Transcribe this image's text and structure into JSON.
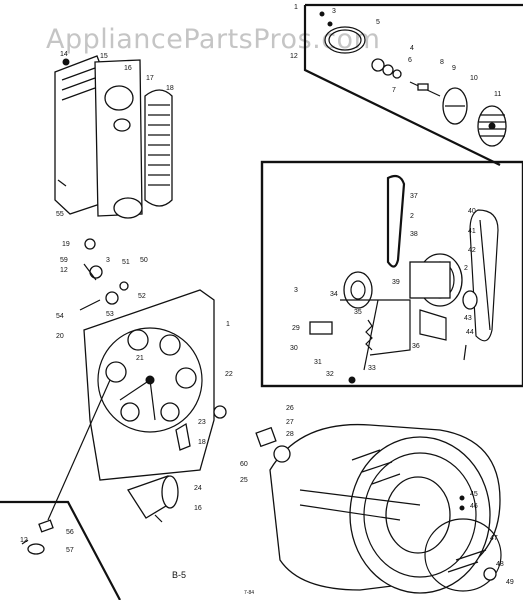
{
  "watermark": "AppliancePartsPros.com",
  "page_label": "B-5",
  "small_code": "7-84",
  "section_labels": {
    "belt_motor": [
      "37",
      "2",
      "38",
      "41",
      "42",
      "40",
      "34",
      "35",
      "39",
      "3",
      "29",
      "30",
      "31",
      "32",
      "33",
      "36",
      "43",
      "44",
      "2"
    ],
    "top_left": [
      "15",
      "16",
      "17",
      "18",
      "55",
      "14"
    ],
    "top_right": [
      "1",
      "3",
      "5",
      "4",
      "6",
      "7",
      "8",
      "9",
      "10",
      "11",
      "12"
    ],
    "bulkhead": [
      "19",
      "59",
      "12",
      "3",
      "50",
      "51",
      "52",
      "53",
      "54",
      "20",
      "22",
      "23",
      "18",
      "21",
      "24",
      "16",
      "1"
    ],
    "drum": [
      "26",
      "27",
      "28",
      "60",
      "25",
      "45",
      "46",
      "47",
      "48",
      "49"
    ],
    "inset": [
      "56",
      "57",
      "12"
    ]
  }
}
